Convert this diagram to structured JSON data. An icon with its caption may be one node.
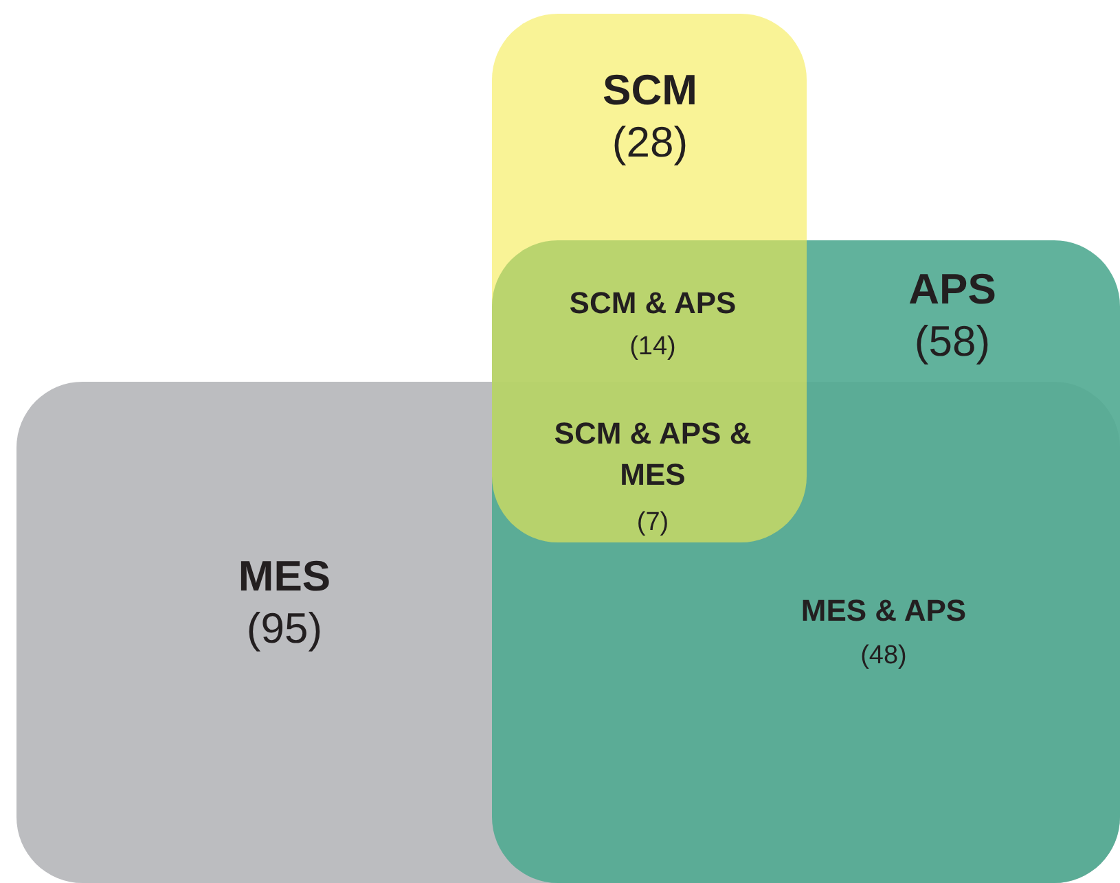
{
  "diagram": {
    "nodes": [
      {
        "text": [
          "MES",
          "(95)"
        ]
      },
      {
        "text": [
          "APS",
          "(58)"
        ]
      },
      {
        "text": [
          "SCM",
          "(28)"
        ]
      }
    ],
    "labels": [
      "SCM & APS",
      "(14)",
      "SCM & APS & MES",
      "(7)",
      "MES & APS",
      "(48)"
    ]
  }
}
